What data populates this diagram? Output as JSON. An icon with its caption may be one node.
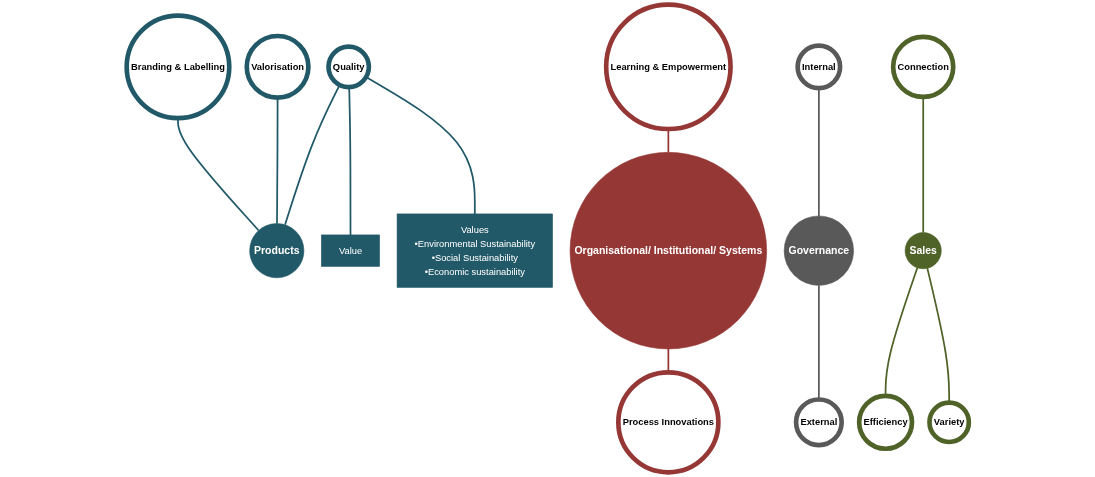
{
  "diagram": {
    "nodes": [
      {
        "text": [
          "Products"
        ]
      },
      {
        "text": [
          "Branding & Labelling"
        ]
      },
      {
        "text": [
          "Valorisation"
        ]
      },
      {
        "text": [
          "Quality"
        ]
      },
      {
        "text": [
          "Value"
        ]
      },
      {
        "text": [
          "Values",
          "•Environmental Sustainability",
          "•Social Sustainability",
          "•Economic sustainability"
        ]
      },
      {
        "text": [
          "Organisational/ Institutional/ Systems"
        ]
      },
      {
        "text": [
          "Learning & Empowerment"
        ]
      },
      {
        "text": [
          "Process Innovations"
        ]
      },
      {
        "text": [
          "Governance"
        ]
      },
      {
        "text": [
          "Internal"
        ]
      },
      {
        "text": [
          "External"
        ]
      },
      {
        "text": [
          "Sales"
        ]
      },
      {
        "text": [
          "Connection"
        ]
      },
      {
        "text": [
          "Efficiency"
        ]
      },
      {
        "text": [
          "Variety"
        ]
      }
    ],
    "edges": [
      {
        "from": 1,
        "to": 0,
        "arrow": "none",
        "color": "#215968"
      },
      {
        "from": 2,
        "to": 0,
        "arrow": "none",
        "color": "#215968"
      },
      {
        "from": 3,
        "to": 0,
        "arrow": "none",
        "color": "#215968"
      },
      {
        "from": 3,
        "to": 4,
        "arrow": "none",
        "color": "#215968"
      },
      {
        "from": 3,
        "to": 5,
        "arrow": "none",
        "color": "#215968"
      },
      {
        "from": 7,
        "to": 6,
        "arrow": "none",
        "color": "#953735"
      },
      {
        "from": 6,
        "to": 8,
        "arrow": "none",
        "color": "#953735"
      },
      {
        "from": 10,
        "to": 9,
        "arrow": "none",
        "color": "#595959"
      },
      {
        "from": 9,
        "to": 11,
        "arrow": "none",
        "color": "#595959"
      },
      {
        "from": 13,
        "to": 12,
        "arrow": "none",
        "color": "#4f6228"
      },
      {
        "from": 12,
        "to": 14,
        "arrow": "none",
        "color": "#4f6228"
      },
      {
        "from": 12,
        "to": 15,
        "arrow": "none",
        "color": "#4f6228"
      }
    ]
  }
}
